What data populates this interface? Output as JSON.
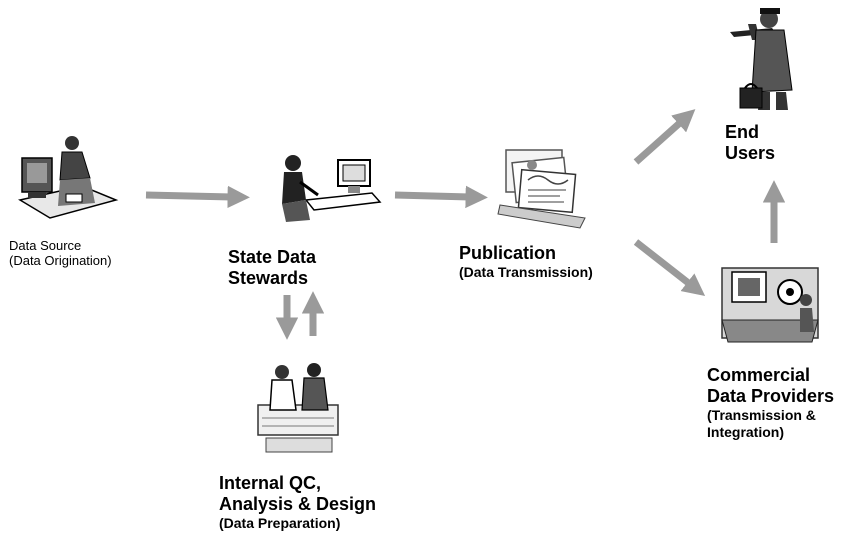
{
  "colors": {
    "arrow": "#9a9a9a",
    "ink": "#000000",
    "shade": "#6e6e6e"
  },
  "nodes": {
    "data_source": {
      "icon": "computer-user-icon",
      "title": "Data Source",
      "subtitle": "(Data Origination)"
    },
    "state_data_stewards": {
      "icon": "desk-worker-icon",
      "title_lines": [
        "State Data",
        "Stewards"
      ]
    },
    "internal_qc": {
      "icon": "lab-workers-icon",
      "title_lines": [
        "Internal QC,",
        "Analysis & Design"
      ],
      "subtitle": "(Data Preparation)"
    },
    "publication": {
      "icon": "documents-icon",
      "title": "Publication",
      "subtitle": "(Data Transmission)"
    },
    "end_users": {
      "icon": "pilot-traveler-icon",
      "title_lines": [
        "End",
        "Users"
      ]
    },
    "commercial_data_providers": {
      "icon": "printing-press-icon",
      "title_lines": [
        "Commercial",
        "Data Providers"
      ],
      "subtitle_lines": [
        "(Transmission &",
        "Integration)"
      ]
    }
  },
  "edges": [
    {
      "from": "Data Source",
      "to": "State Data Stewards"
    },
    {
      "from": "State Data Stewards",
      "to": "Publication"
    },
    {
      "from": "State Data Stewards",
      "to": "Internal QC, Analysis & Design"
    },
    {
      "from": "Internal QC, Analysis & Design",
      "to": "State Data Stewards"
    },
    {
      "from": "Publication",
      "to": "End Users"
    },
    {
      "from": "Publication",
      "to": "Commercial Data Providers"
    },
    {
      "from": "Commercial Data Providers",
      "to": "End Users"
    }
  ]
}
